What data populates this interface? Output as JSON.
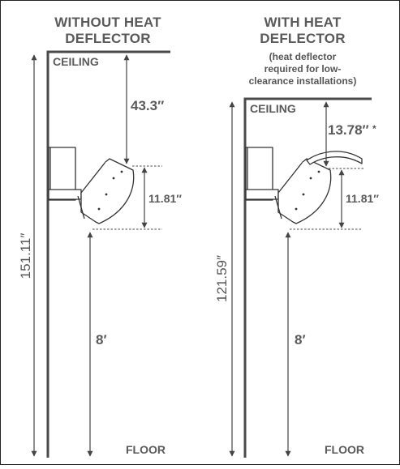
{
  "left_panel": {
    "heading_line1": "WITHOUT HEAT",
    "heading_line2": "DEFLECTOR",
    "ceiling_label": "CEILING",
    "floor_label": "FLOOR",
    "ceiling_gap": "43.3″",
    "heater_height": "11.81″",
    "mount_height": "8′",
    "total_height": "151.11″"
  },
  "right_panel": {
    "heading_line1": "WITH HEAT",
    "heading_line2": "DEFLECTOR",
    "note_line1": "(heat deflector",
    "note_line2": "required for low-",
    "note_line3": "clearance installations)",
    "ceiling_label": "CEILING",
    "floor_label": "FLOOR",
    "ceiling_gap": "13.78″",
    "ceiling_gap_mark": "*",
    "heater_height": "11.81″",
    "mount_height": "8′",
    "total_height": "121.59″"
  },
  "colors": {
    "ink": "#4a4a4a",
    "text": "#5a5a5a",
    "background": "#ffffff"
  }
}
